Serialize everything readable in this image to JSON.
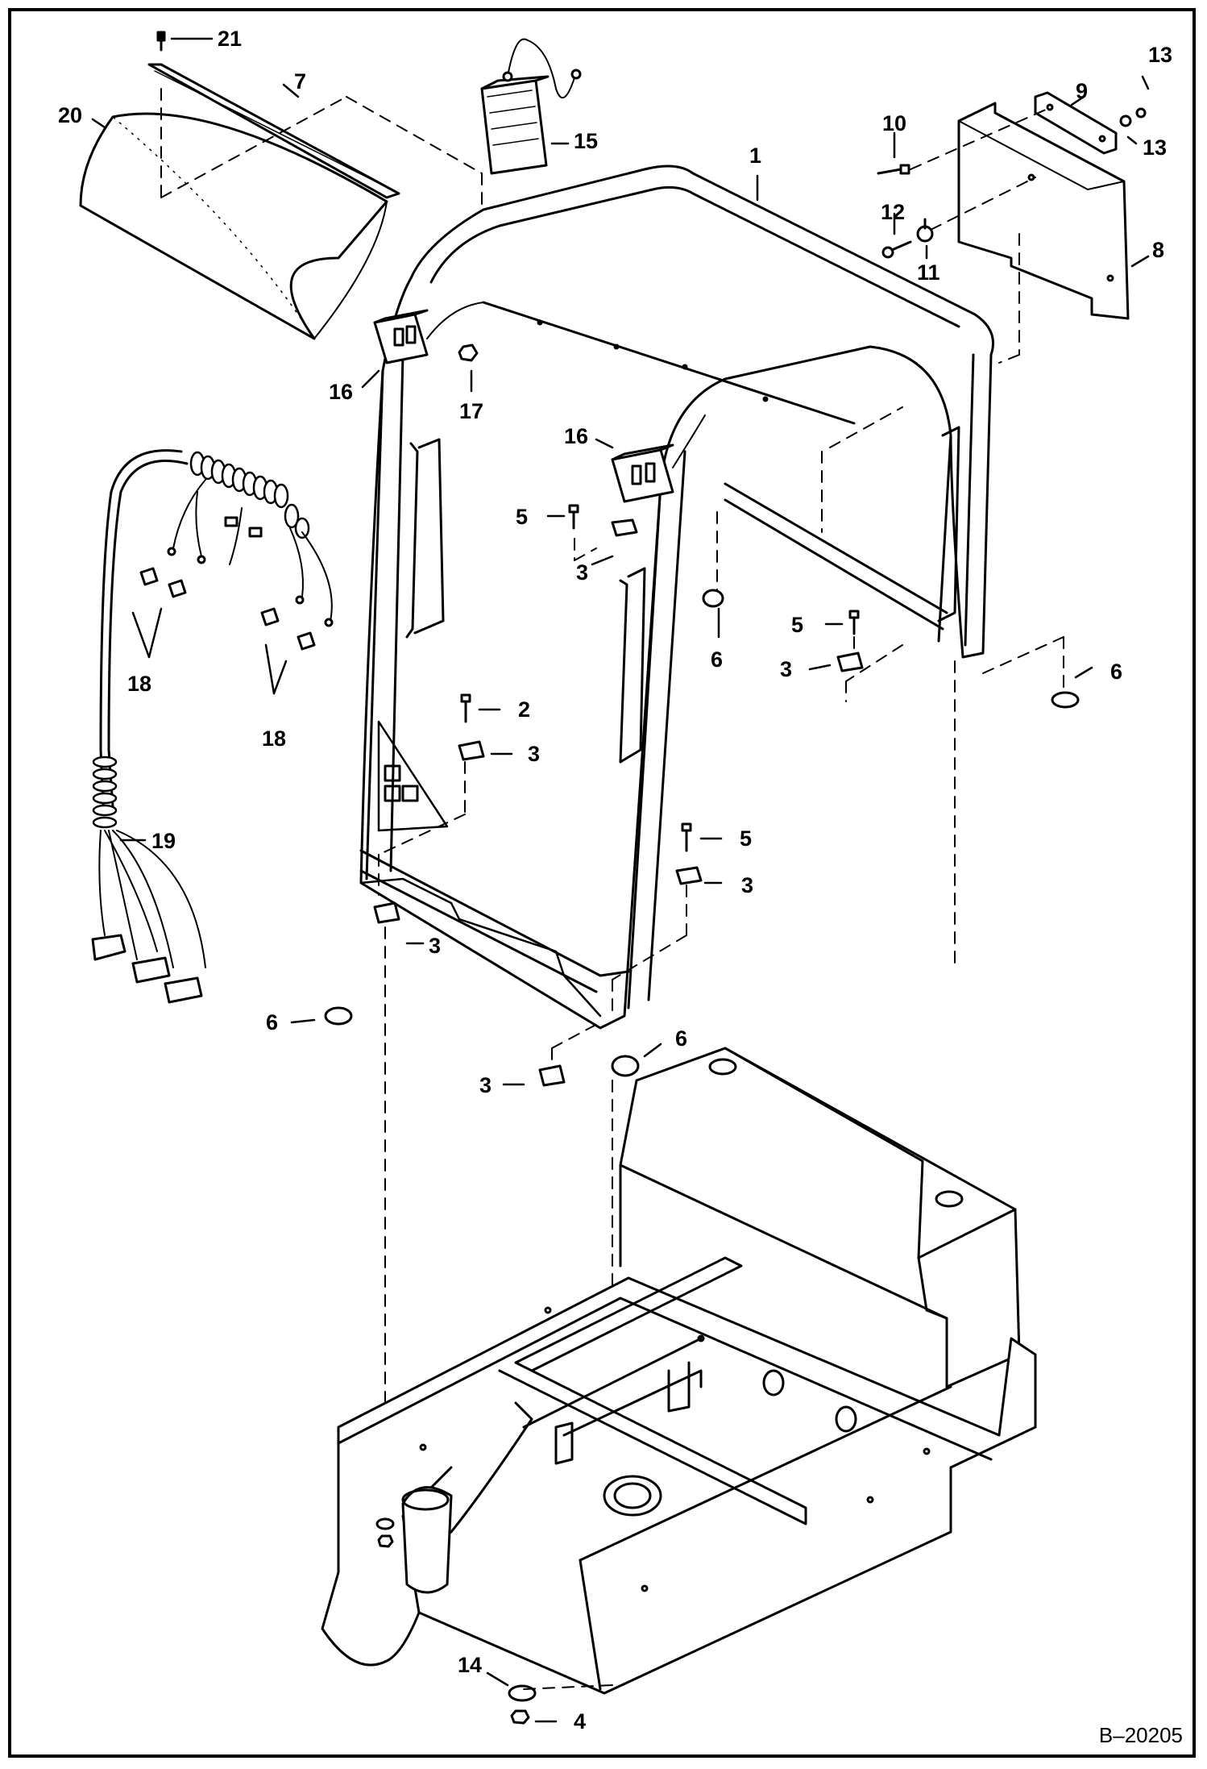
{
  "drawing_number": "B–20205",
  "callouts": [
    {
      "id": "c21a",
      "text": "21"
    },
    {
      "id": "c7",
      "text": "7"
    },
    {
      "id": "c20",
      "text": "20"
    },
    {
      "id": "c15",
      "text": "15"
    },
    {
      "id": "c1",
      "text": "1"
    },
    {
      "id": "c13a",
      "text": "13"
    },
    {
      "id": "c9",
      "text": "9"
    },
    {
      "id": "c13b",
      "text": "13"
    },
    {
      "id": "c10",
      "text": "10"
    },
    {
      "id": "c12",
      "text": "12"
    },
    {
      "id": "c11",
      "text": "11"
    },
    {
      "id": "c8",
      "text": "8"
    },
    {
      "id": "c16a",
      "text": "16"
    },
    {
      "id": "c17",
      "text": "17"
    },
    {
      "id": "c16b",
      "text": "16"
    },
    {
      "id": "c5a",
      "text": "5"
    },
    {
      "id": "c3a",
      "text": "3"
    },
    {
      "id": "c6a",
      "text": "6"
    },
    {
      "id": "c5b",
      "text": "5"
    },
    {
      "id": "c3b",
      "text": "3"
    },
    {
      "id": "c6b",
      "text": "6"
    },
    {
      "id": "c18a",
      "text": "18"
    },
    {
      "id": "c18b",
      "text": "18"
    },
    {
      "id": "c2",
      "text": "2"
    },
    {
      "id": "c3c",
      "text": "3"
    },
    {
      "id": "c19",
      "text": "19"
    },
    {
      "id": "c5c",
      "text": "5"
    },
    {
      "id": "c3d",
      "text": "3"
    },
    {
      "id": "c3e",
      "text": "3"
    },
    {
      "id": "c6c",
      "text": "6"
    },
    {
      "id": "c6d",
      "text": "6"
    },
    {
      "id": "c3f",
      "text": "3"
    },
    {
      "id": "c14",
      "text": "14"
    },
    {
      "id": "c4",
      "text": "4"
    }
  ]
}
